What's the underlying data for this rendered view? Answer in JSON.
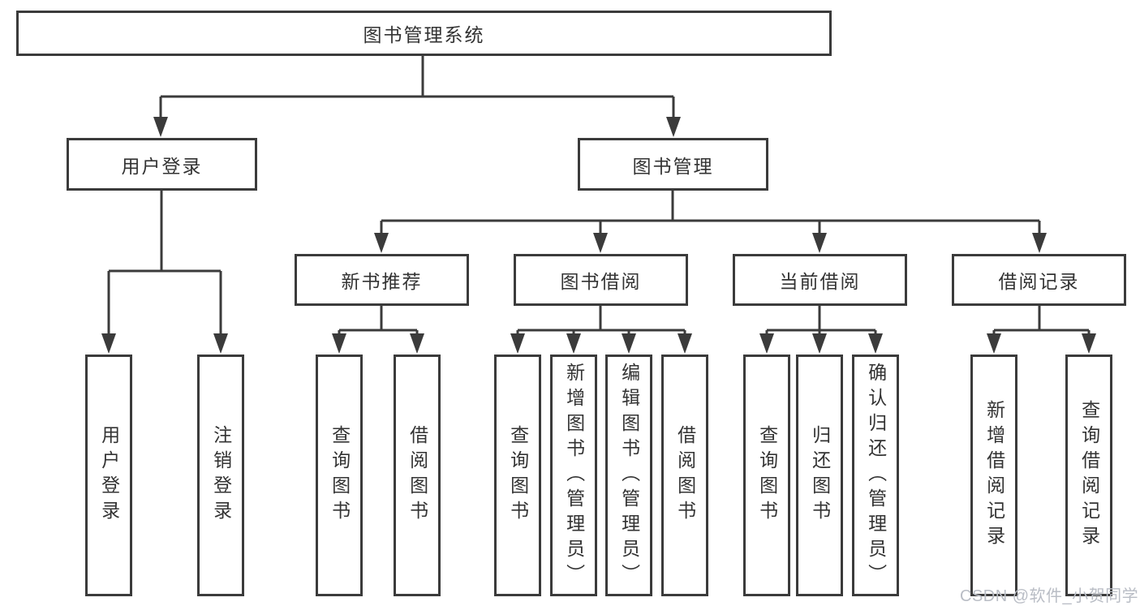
{
  "diagram": {
    "title": "图书管理系统",
    "level2": [
      {
        "label": "用户登录"
      },
      {
        "label": "图书管理"
      }
    ],
    "level3": [
      {
        "label": "新书推荐"
      },
      {
        "label": "图书借阅"
      },
      {
        "label": "当前借阅"
      },
      {
        "label": "借阅记录"
      }
    ],
    "leaves": [
      {
        "label": "用户登录"
      },
      {
        "label": "注销登录"
      },
      {
        "label": "查询图书"
      },
      {
        "label": "借阅图书"
      },
      {
        "label": "查询图书"
      },
      {
        "label": "新增图书（管理员）"
      },
      {
        "label": "编辑图书（管理员）"
      },
      {
        "label": "借阅图书"
      },
      {
        "label": "查询图书"
      },
      {
        "label": "归还图书"
      },
      {
        "label": "确认归还（管理员）"
      },
      {
        "label": "新增借阅记录"
      },
      {
        "label": "查询借阅记录"
      }
    ],
    "watermark": "CSDN @软件_小贺同学",
    "colors": {
      "line": "#3b3b3b",
      "text": "#333333",
      "watermark": "#b9bdc5",
      "background": "#ffffff"
    }
  }
}
